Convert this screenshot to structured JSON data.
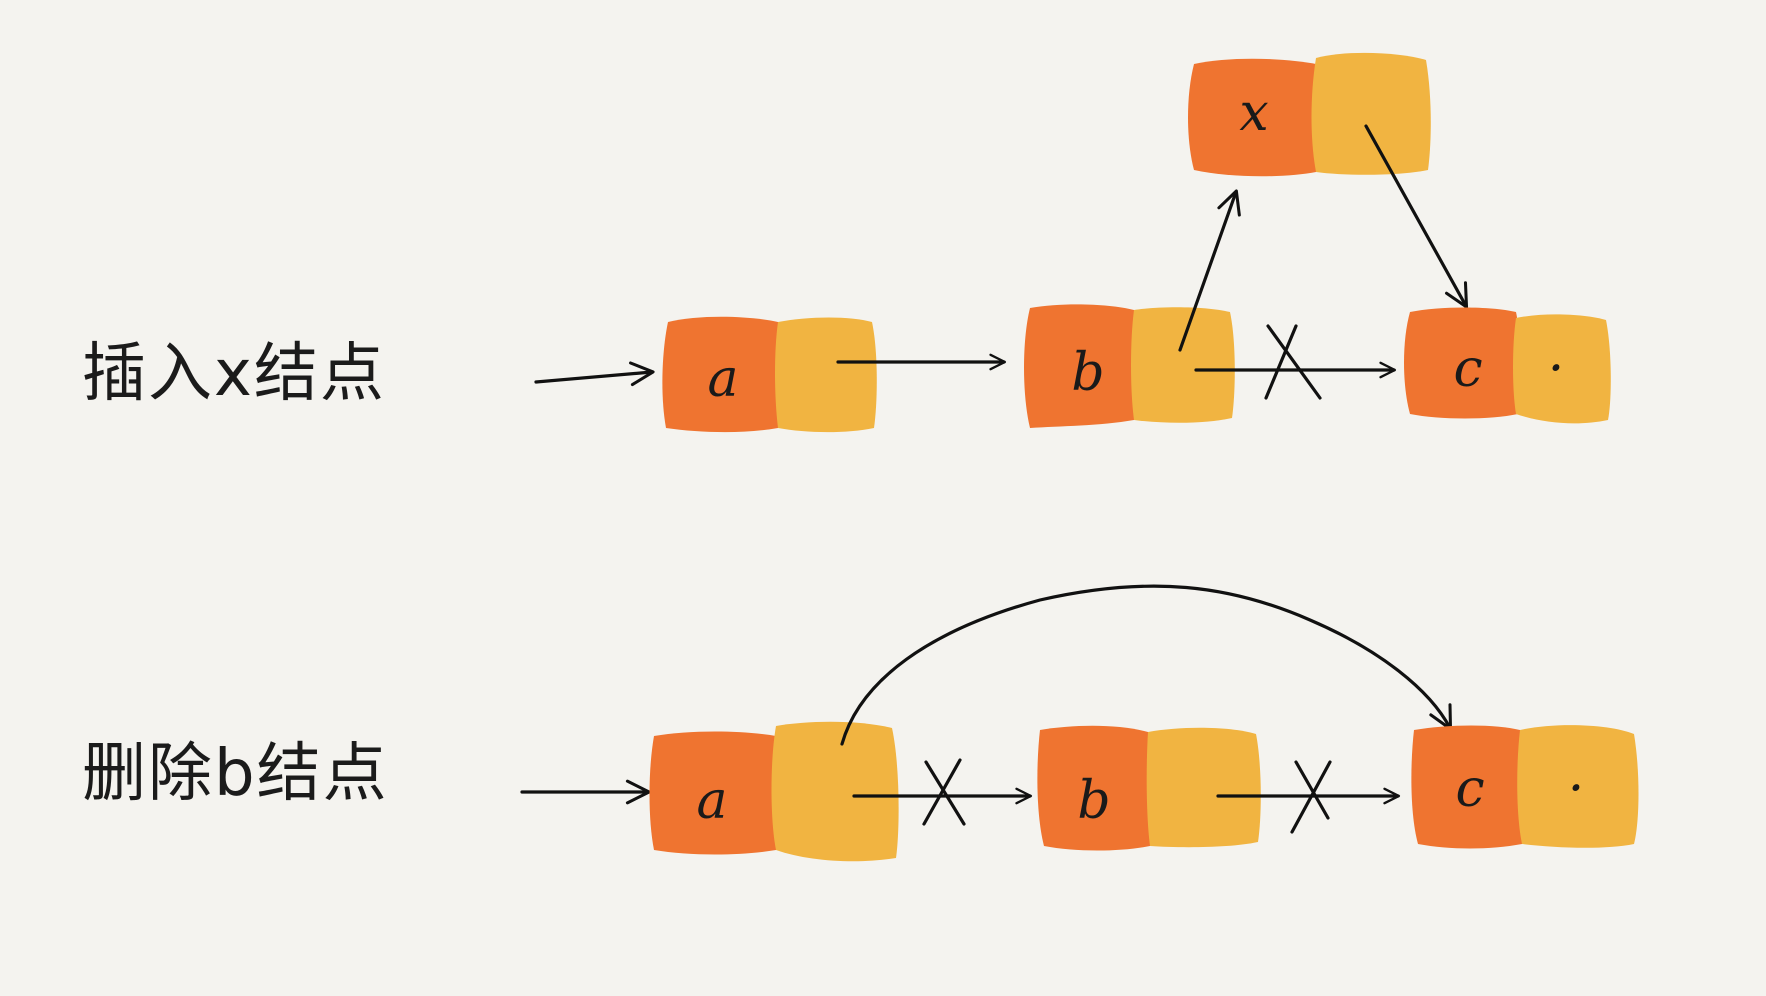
{
  "captions": {
    "insert": "插入x结点",
    "delete": "删除b结点"
  },
  "nodes": {
    "insert": {
      "a": "a",
      "b": "b",
      "x": "x",
      "c": "c",
      "c_next": "·"
    },
    "delete": {
      "a": "a",
      "b": "b",
      "c": "c",
      "c_next": "·"
    }
  },
  "colors": {
    "data_cell": "#ef7430",
    "next_cell": "#f1b441",
    "background": "#f4f3ef",
    "ink": "#111111"
  }
}
